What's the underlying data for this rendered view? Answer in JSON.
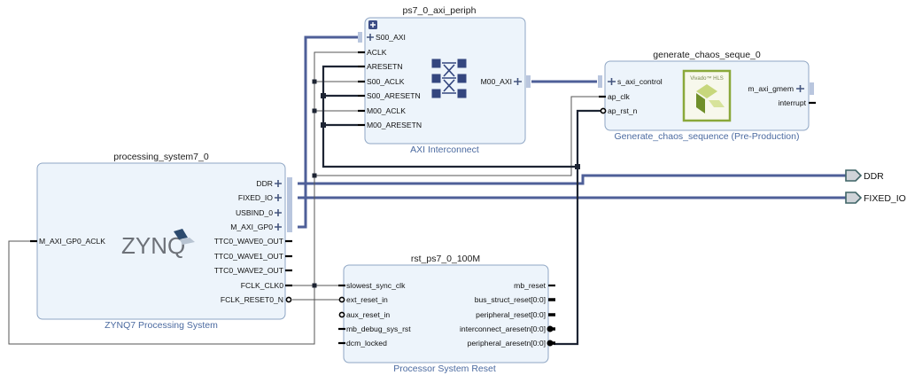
{
  "blocks": {
    "axi_periph": {
      "instance": "ps7_0_axi_periph",
      "subtitle": "AXI Interconnect",
      "icon": "axi-crossbar-icon",
      "left_ports": [
        "S00_AXI",
        "ACLK",
        "ARESETN",
        "S00_ACLK",
        "S00_ARESETN",
        "M00_ACLK",
        "M00_ARESETN"
      ],
      "right_ports": [
        "M00_AXI"
      ]
    },
    "chaos": {
      "instance": "generate_chaos_seque_0",
      "subtitle": "Generate_chaos_sequence (Pre-Production)",
      "logo_text": "Vivado™ HLS",
      "left_ports": [
        "s_axi_control",
        "ap_clk",
        "ap_rst_n"
      ],
      "right_ports": [
        "m_axi_gmem",
        "interrupt"
      ]
    },
    "ps7": {
      "instance": "processing_system7_0",
      "subtitle": "ZYNQ7 Processing System",
      "logo_text": "ZYNQ",
      "left_ports": [
        "M_AXI_GP0_ACLK"
      ],
      "right_ports": [
        "DDR",
        "FIXED_IO",
        "USBIND_0",
        "M_AXI_GP0",
        "TTC0_WAVE0_OUT",
        "TTC0_WAVE1_OUT",
        "TTC0_WAVE2_OUT",
        "FCLK_CLK0",
        "FCLK_RESET0_N"
      ]
    },
    "rst": {
      "instance": "rst_ps7_0_100M",
      "subtitle": "Processor System Reset",
      "left_ports": [
        "slowest_sync_clk",
        "ext_reset_in",
        "aux_reset_in",
        "mb_debug_sys_rst",
        "dcm_locked"
      ],
      "right_ports": [
        "mb_reset",
        "bus_struct_reset[0:0]",
        "peripheral_reset[0:0]",
        "interconnect_aresetn[0:0]",
        "peripheral_aresetn[0:0]"
      ]
    }
  },
  "external_ports": [
    {
      "label": "DDR"
    },
    {
      "label": "FIXED_IO"
    }
  ],
  "colors": {
    "block_fill": "#edf4fb",
    "block_border": "#8fa6c4",
    "bus": "#4e5f98",
    "subtitle": "#4b6aa0",
    "hls_green": "#8aa83a"
  }
}
